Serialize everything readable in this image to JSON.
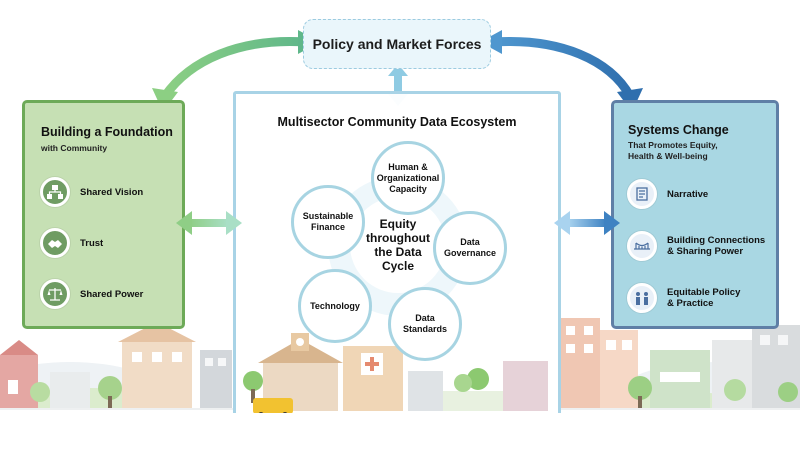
{
  "policy": {
    "title": "Policy and Market Forces"
  },
  "left_panel": {
    "title": "Building a Foundation",
    "subtitle": "with Community",
    "items": [
      {
        "label": "Shared Vision",
        "icon": "shared-vision-icon"
      },
      {
        "label": "Trust",
        "icon": "trust-icon"
      },
      {
        "label": "Shared Power",
        "icon": "shared-power-icon"
      }
    ]
  },
  "right_panel": {
    "title": "Systems Change",
    "subtitle_lines": [
      "That Promotes Equity,",
      "Health & Well-being"
    ],
    "items": [
      {
        "lines": [
          "Narrative"
        ],
        "icon": "narrative-icon"
      },
      {
        "lines": [
          "Building Connections",
          "& Sharing Power"
        ],
        "icon": "building-connections-icon"
      },
      {
        "lines": [
          "Equitable Policy",
          "& Practice"
        ],
        "icon": "equitable-policy-icon"
      }
    ]
  },
  "center": {
    "title": "Multisector Community Data Ecosystem",
    "core_lines": [
      "Equity",
      "throughout",
      "the Data",
      "Cycle"
    ],
    "nodes": [
      {
        "lines": [
          "Human &",
          "Organizational",
          "Capacity"
        ]
      },
      {
        "lines": [
          "Data",
          "Governance"
        ]
      },
      {
        "lines": [
          "Data",
          "Standards"
        ]
      },
      {
        "lines": [
          "Technology"
        ]
      },
      {
        "lines": [
          "Sustainable",
          "Finance"
        ]
      }
    ]
  },
  "colors": {
    "green_panel": "#c6e0b4",
    "green_border": "#6daa58",
    "blue_panel": "#a9d7e3",
    "blue_border": "#5f7fa6",
    "node_border": "#a7d4e2"
  }
}
